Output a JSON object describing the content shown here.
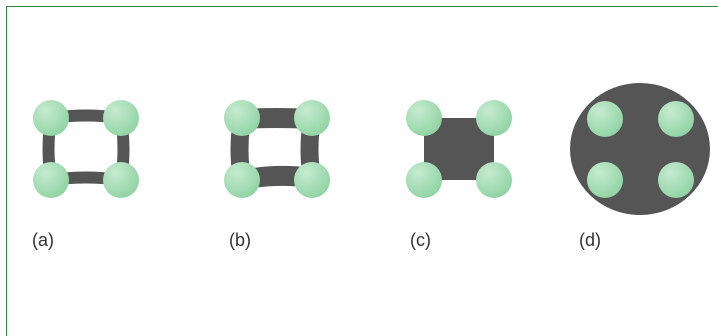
{
  "colors": {
    "frame": "#2e8b3e",
    "connector": "#555555",
    "node_light": "#c6ebd0",
    "node_dark": "#8fd3a3",
    "label": "#333333"
  },
  "figures": [
    {
      "id": "a",
      "label": "(a)",
      "connection": "thin-bonds"
    },
    {
      "id": "b",
      "label": "(b)",
      "connection": "thick-bonds"
    },
    {
      "id": "c",
      "label": "(c)",
      "connection": "square-block"
    },
    {
      "id": "d",
      "label": "(d)",
      "connection": "circle-block"
    }
  ],
  "node_icon": "green-sphere"
}
